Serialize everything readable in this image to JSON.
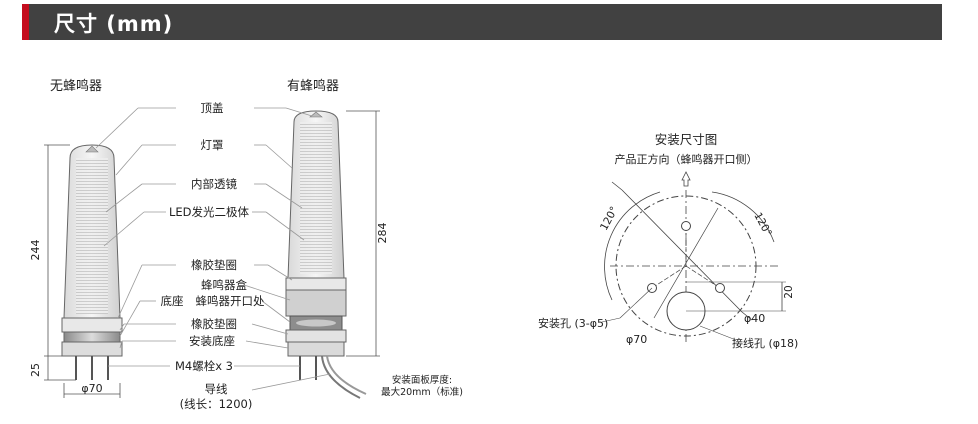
{
  "header": {
    "title": "尺寸 (mm)"
  },
  "left_view": {
    "heading_no_buzzer": "无蜂鸣器",
    "heading_with_buzzer": "有蜂鸣器",
    "labels": {
      "top_cover": "顶盖",
      "lamp_cover": "灯罩",
      "inner_lens": "内部透镜",
      "led": "LED发光二极体",
      "rubber_gasket_1": "橡胶垫圈",
      "buzzer_box": "蜂鸣器盒",
      "base": "底座",
      "buzzer_opening": "蜂鸣器开口处",
      "rubber_gasket_2": "橡胶垫圈",
      "mount_base": "安装底座",
      "bolt": "M4螺栓x 3",
      "lead_wire": "导线",
      "lead_length": "(线长：1200)",
      "panel_thickness_1": "安装面板厚度:",
      "panel_thickness_2": "最大20mm（标准)"
    },
    "dims": {
      "height_no_buzzer": "244",
      "height_with_buzzer": "284",
      "bottom_height": "25",
      "diameter": "φ70"
    }
  },
  "right_view": {
    "title": "安装尺寸图",
    "front_direction": "产品正方向（蜂鸣器开口侧）",
    "angle_left": "120°",
    "angle_right": "120°",
    "dim_20": "20",
    "phi40": "φ40",
    "phi70": "φ70",
    "mount_hole": "安装孔 (3-φ5)",
    "wire_hole": "接线孔 (φ18)"
  }
}
